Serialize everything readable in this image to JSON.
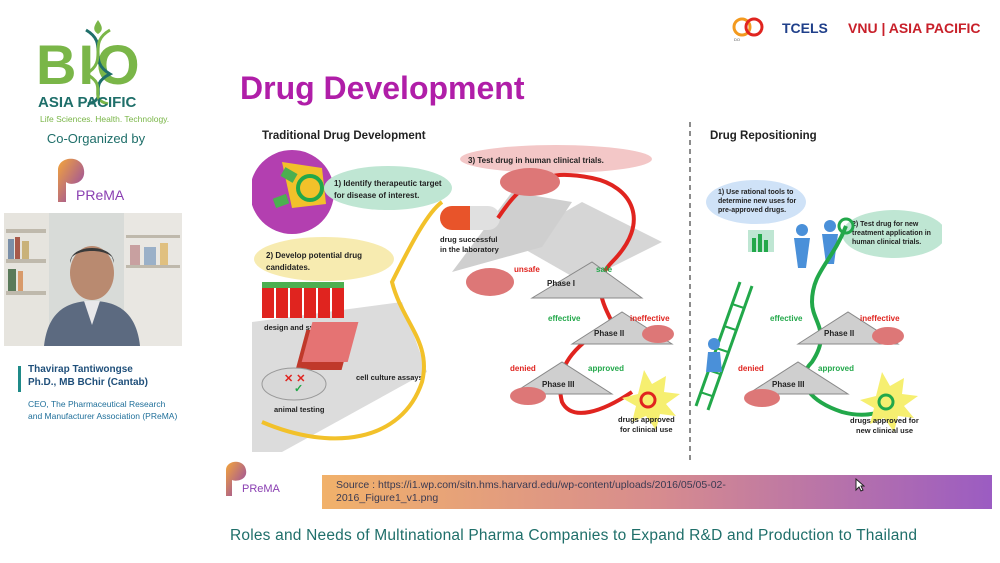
{
  "left_panel": {
    "logo_text": "BIO",
    "logo_subtitle": "ASIA PACIFIC",
    "logo_tagline": "Life Sciences. Health. Technology.",
    "co_organized_label": "Co-Organized by",
    "co_organizer_logo_text": "PReMA",
    "speaker_name": "Thavirap Tantiwongse",
    "speaker_degree": "Ph.D., MB BChir (Cantab)",
    "speaker_title": "CEO, The Pharmaceutical Research and Manufacturer Association (PReMA)"
  },
  "top_logos": {
    "logo1_text": "DO",
    "logo2_text": "TCELS",
    "logo3_text": "VNU | ASIA PACIFIC"
  },
  "slide": {
    "title": "Drug Development",
    "figure": {
      "left_heading": "Traditional Drug Development",
      "right_heading": "Drug Repositioning",
      "step1": "1) Identify therapeutic target",
      "step1b": "for disease of interest.",
      "step2": "2) Develop potential drug",
      "step2b": "candidates.",
      "step3": "3) Test drug in human clinical trials.",
      "lab_success": "drug successful",
      "lab_success2": "in the laboratory",
      "design_synthesis": "design and synthesis",
      "cell_culture": "cell culture assays",
      "animal_testing": "animal testing",
      "unsafe": "unsafe",
      "safe": "safe",
      "phase1": "Phase I",
      "effective": "effective",
      "ineffective": "ineffective",
      "phase2": "Phase II",
      "denied": "denied",
      "approved": "approved",
      "phase3": "Phase III",
      "drugs_approved": "drugs approved",
      "for_clinical": "for clinical use",
      "repo_step1a": "1) Use rational tools to",
      "repo_step1b": "determine new uses for",
      "repo_step1c": "pre-approved drugs.",
      "repo_step2a": "2) Test drug for new",
      "repo_step2b": "treatment application in",
      "repo_step2c": "human clinical trials.",
      "repo_effective": "effective",
      "repo_ineffective": "ineffective",
      "repo_phase2": "Phase II",
      "repo_denied": "denied",
      "repo_approved": "approved",
      "repo_phase3": "Phase III",
      "repo_drugs_approved": "drugs approved for",
      "repo_new_clinical": "new clinical use"
    },
    "slide_logo_text": "PReMA",
    "source_line1": "Source : https://i1.wp.com/sitn.hms.harvard.edu/wp-content/uploads/2016/05/05-02-",
    "source_line2": "2016_Figure1_v1.png"
  },
  "caption": "Roles and Needs of Multinational Pharma Companies to Expand R&D and Production to Thailand",
  "colors": {
    "title_magenta": "#b01ea8",
    "teal": "#1f6f6a",
    "bio_green": "#7ab648",
    "trad_path_red": "#e0241f",
    "repo_path_green": "#22a84a",
    "yellow_path": "#f2c12a"
  }
}
